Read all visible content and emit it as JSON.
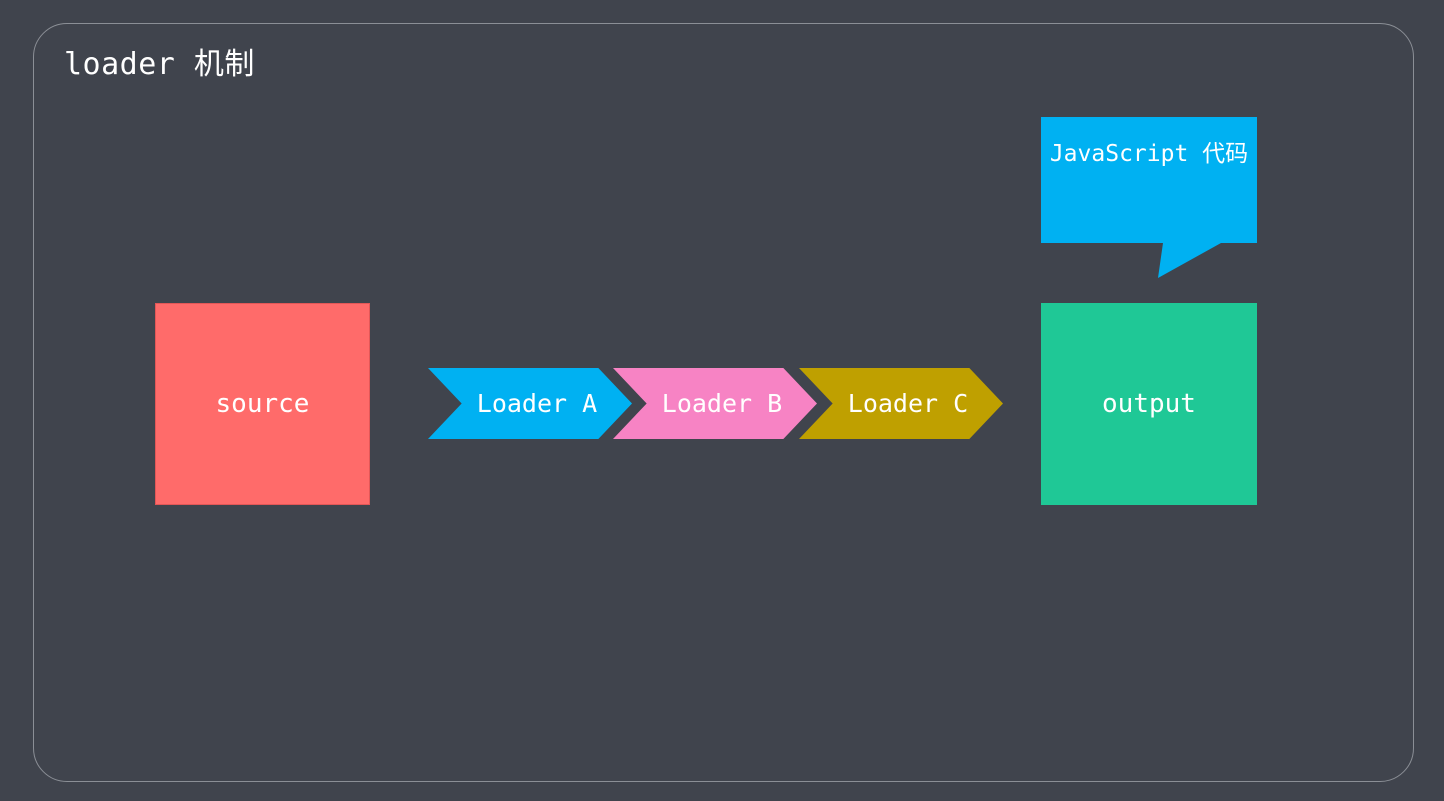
{
  "title": "loader 机制",
  "nodes": {
    "source": "source",
    "output": "output"
  },
  "loaders": [
    {
      "label": "Loader A",
      "color": "#00b1f2"
    },
    {
      "label": "Loader B",
      "color": "#f783c4"
    },
    {
      "label": "Loader C",
      "color": "#bfa000"
    }
  ],
  "callout": {
    "text": "JavaScript 代码",
    "color": "#00b1f2"
  },
  "colors": {
    "background": "#40444d",
    "source": "#ff6b6a",
    "output": "#1fc896"
  }
}
